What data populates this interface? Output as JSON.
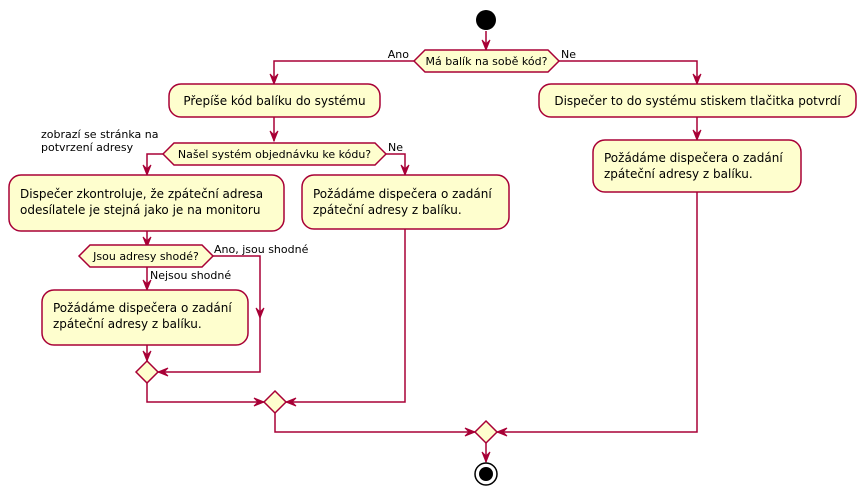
{
  "colors": {
    "border": "#a80036",
    "fill": "#fefece",
    "node": "#000000"
  },
  "decisions": {
    "d1": "Má balík na sobě kód?",
    "d2": "Našel systém objednávku ke kódu?",
    "d3": "Jsou adresy shodé?"
  },
  "activities": {
    "a1": "Přepíše kód balíku do systému",
    "a2": "Dispečer to do systému stiskem tlačitka potvrdí",
    "a3": [
      "Dispečer zkontroluje, že zpáteční adresa",
      "odesílatele je stejná jako je na monitoru"
    ],
    "a4": [
      "Požádáme dispečera o zadání",
      "zpáteční adresy z balíku."
    ],
    "a5": [
      "Požádáme dispečera o zadání",
      "zpáteční adresy z balíku."
    ],
    "a6": [
      "Požádáme dispečera o zadání",
      "zpáteční adresy z balíku."
    ]
  },
  "labels": {
    "yes1": "Ano",
    "no1": "Ne",
    "no2": "Ne",
    "note": [
      "zobrazí se stránka na",
      "potvrzení adresy"
    ],
    "yes3": "Ano, jsou shodné",
    "no3": "Nejsou shodné"
  }
}
